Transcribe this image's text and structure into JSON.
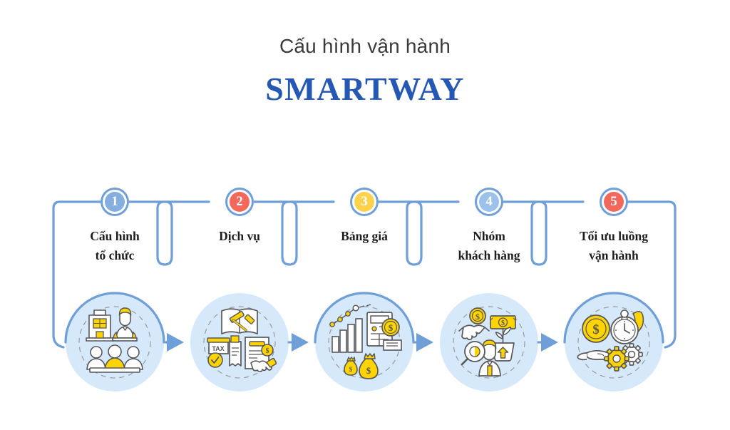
{
  "header": {
    "subtitle": "Cấu hình vận hành",
    "brand": "SMARTWAY"
  },
  "colors": {
    "brand_blue": "#2557b5",
    "line_blue": "#6f9fd8",
    "circle_fill": "#d6e9fb",
    "badge_blue": "#84aee0",
    "badge_red": "#f4685c",
    "badge_yellow": "#ffd24d",
    "badge_lightblue": "#9cc2ec",
    "icon_yellow": "#ffd400",
    "icon_stroke": "#58585b",
    "text_dark": "#1d1d1d",
    "subtitle_gray": "#3b3b3b"
  },
  "steps": [
    {
      "number": "1",
      "label_line1": "Cấu hình",
      "label_line2": "tổ chức",
      "badge_color": "#84aee0",
      "icon_name": "organization-structure-icon",
      "icon_parts": [
        "office-building",
        "person-at-desk",
        "team-of-three"
      ]
    },
    {
      "number": "2",
      "label_line1": "Dịch vụ",
      "label_line2": "",
      "badge_color": "#f4685c",
      "icon_name": "service-contract-icon",
      "icon_parts": [
        "law-book-gavel",
        "tax-document-check",
        "contract-handshake"
      ]
    },
    {
      "number": "3",
      "label_line1": "Bảng giá",
      "label_line2": "",
      "badge_color": "#ffd24d",
      "icon_name": "pricing-table-icon",
      "icon_parts": [
        "bar-chart-trend",
        "calculator-dollar-coin",
        "money-bags"
      ]
    },
    {
      "number": "4",
      "label_line1": "Nhóm",
      "label_line2": "khách hàng",
      "badge_color": "#9cc2ec",
      "icon_name": "customer-group-icon",
      "icon_parts": [
        "handshake-coin",
        "money-plant-growth",
        "person-magnifier"
      ]
    },
    {
      "number": "5",
      "label_line1": "Tối ưu luồng",
      "label_line2": "vận hành",
      "badge_color": "#f4685c",
      "icon_name": "workflow-optimization-icon",
      "icon_parts": [
        "dollar-coin-hand",
        "stopwatch-flame",
        "gears"
      ]
    }
  ],
  "arrows": {
    "name": "flow-arrow",
    "count": 4,
    "direction": "right"
  }
}
